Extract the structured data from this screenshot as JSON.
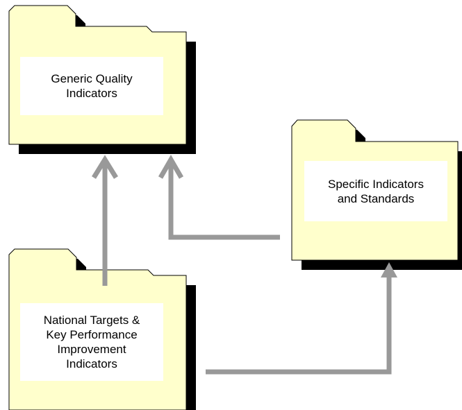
{
  "diagram": {
    "colors": {
      "folder_fill": "#FFFFCC",
      "folder_outline": "#000000",
      "folder_shadow": "#000000",
      "label_fill": "#FFFFFF",
      "arrow": "#999999"
    },
    "folders": {
      "generic": {
        "label": "Generic Quality\nIndicators"
      },
      "specific": {
        "label": "Specific Indicators\nand Standards"
      },
      "national": {
        "label": "National Targets &\nKey Performance\nImprovement\nIndicators"
      }
    }
  }
}
